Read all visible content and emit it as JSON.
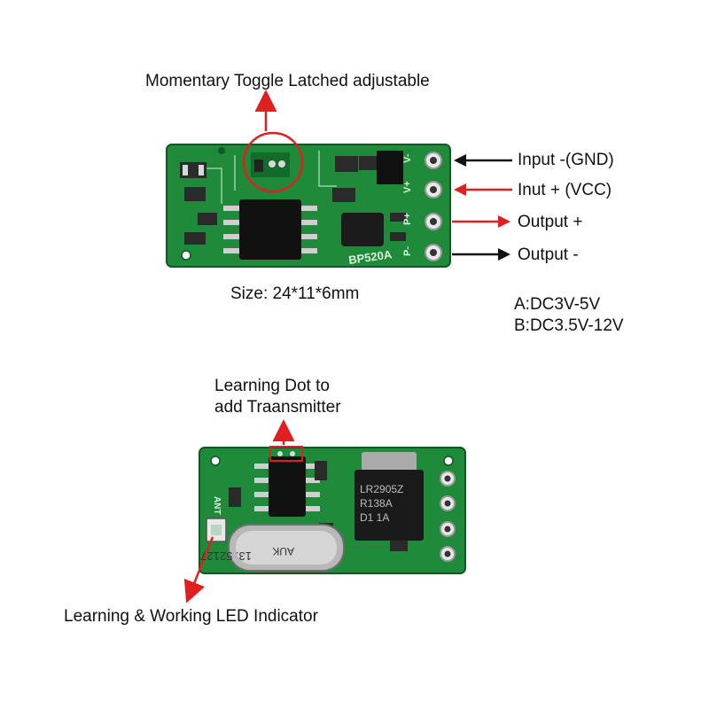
{
  "top_board": {
    "title_label": "Momentary Toggle Latched adjustable",
    "silkscreen": "BP520A",
    "pin_labels": [
      "V-",
      "V+",
      "P+",
      "P-"
    ],
    "size_text": "Size: 24*11*6mm",
    "pin_callouts": [
      "Input -(GND)",
      "Inut + (VCC)",
      "Output +",
      "Output -"
    ],
    "arrow_colors": [
      "#111111",
      "#e02020",
      "#e02020",
      "#111111"
    ],
    "voltage_a": "A:DC3V-5V",
    "voltage_b": "B:DC3.5V-12V"
  },
  "bottom_board": {
    "learn_label_line1": "Learning Dot to",
    "learn_label_line2": "add Traansmitter",
    "ant_label": "ANT",
    "regulator_text_1": "LR2905Z",
    "regulator_text_2": "R138A",
    "regulator_text_3": "D1   1A",
    "crystal_text_1": "13. 52127",
    "crystal_text_2": "AUK",
    "led_label": "Learning & Working LED Indicator"
  },
  "colors": {
    "pcb_green": "#1e8a3a",
    "pcb_dark": "#136b2a",
    "highlight_red": "#e02020"
  }
}
